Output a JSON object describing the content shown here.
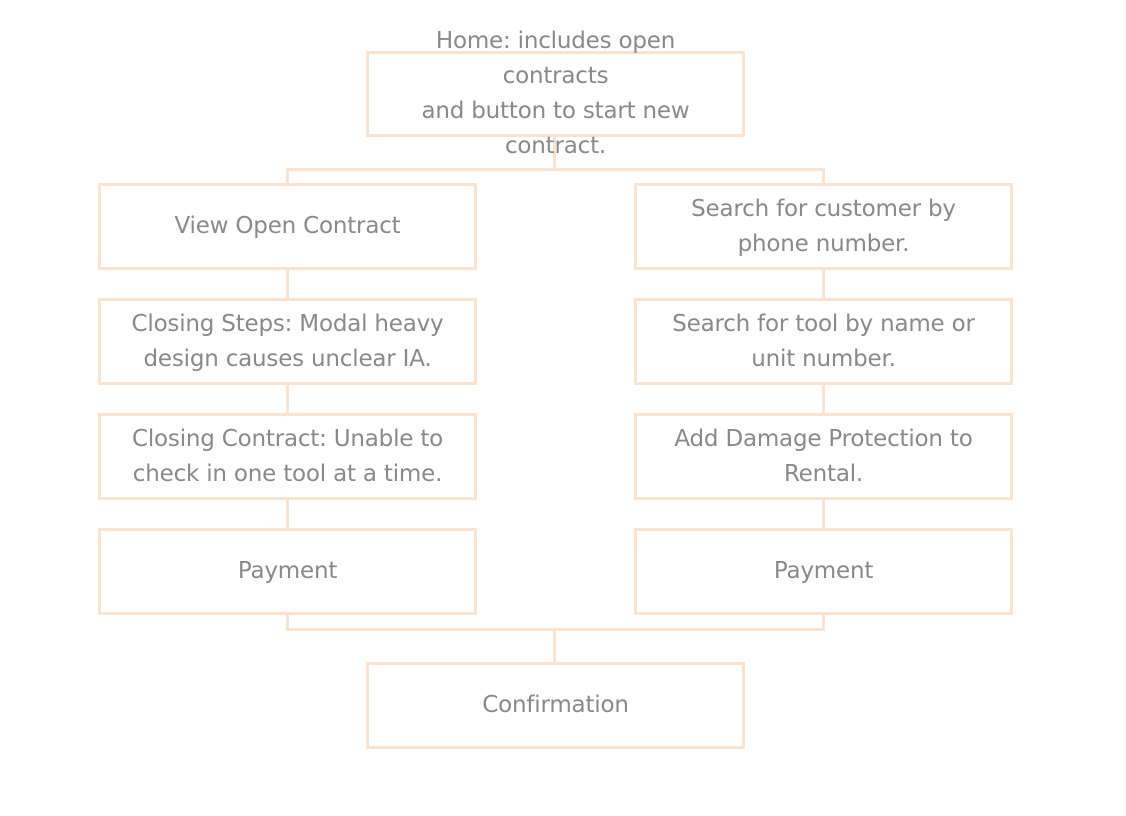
{
  "colors": {
    "border": "#fbe3d2",
    "text": "#8a8a8a",
    "background": "#ffffff"
  },
  "nodes": {
    "home": "Home: includes open contracts\nand button to start new contract.",
    "view_open_contract": "View Open Contract",
    "closing_steps": "Closing Steps: Modal heavy\ndesign causes unclear IA.",
    "closing_contract": "Closing Contract: Unable to\ncheck in one tool at a time.",
    "payment_left": "Payment",
    "search_customer": "Search for customer by\nphone number.",
    "search_tool": "Search for tool by name or\nunit number.",
    "add_damage_protection": "Add Damage Protection to\nRental.",
    "payment_right": "Payment",
    "confirmation": "Confirmation"
  }
}
